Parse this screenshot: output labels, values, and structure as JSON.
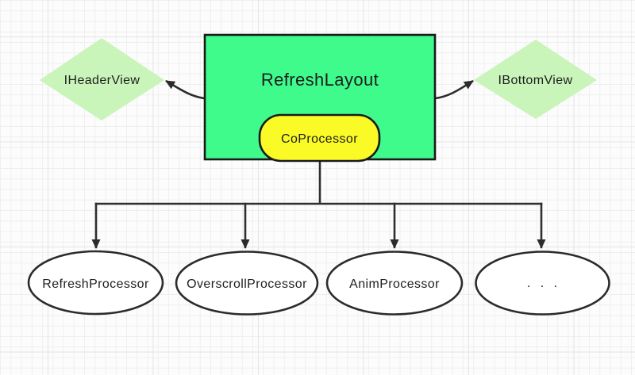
{
  "diagram": {
    "root": {
      "label": "RefreshLayout"
    },
    "coprocessor": {
      "label": "CoProcessor"
    },
    "header_view": {
      "label": "IHeaderView"
    },
    "bottom_view": {
      "label": "IBottomView"
    },
    "processors": [
      {
        "label": "RefreshProcessor"
      },
      {
        "label": "OverscrollProcessor"
      },
      {
        "label": "AnimProcessor"
      },
      {
        "label": ". . ."
      }
    ],
    "colors": {
      "root_fill": "#3efb8c",
      "root_stroke": "#1a1a1a",
      "pill_fill": "#fafa26",
      "pill_stroke": "#1a1a1a",
      "diamond_fill": "#c9f4ba",
      "ellipse_fill": "#ffffff",
      "ellipse_stroke": "#2b2b2b",
      "connector": "#2f2f2f"
    }
  }
}
